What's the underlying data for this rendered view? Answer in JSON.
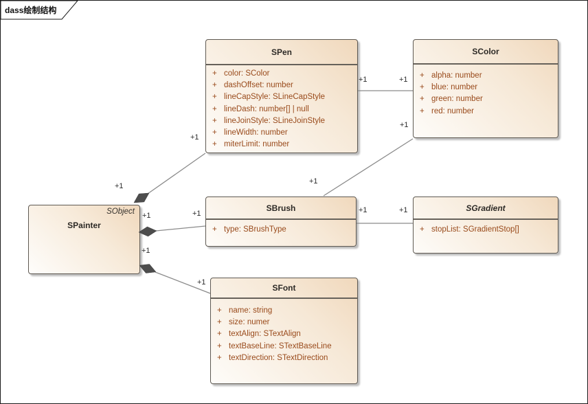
{
  "frame": {
    "tab_title": "dass绘制结构"
  },
  "classes": [
    {
      "name": "SPen",
      "attributes": [
        {
          "v": "+",
          "t": "color: SColor"
        },
        {
          "v": "+",
          "t": "dashOffset: number"
        },
        {
          "v": "+",
          "t": "lineCapStyle: SLineCapStyle"
        },
        {
          "v": "+",
          "t": "lineDash: number[] | null"
        },
        {
          "v": "+",
          "t": "lineJoinStyle: SLineJoinStyle"
        },
        {
          "v": "+",
          "t": "lineWidth: number"
        },
        {
          "v": "+",
          "t": "miterLimit: number"
        }
      ]
    },
    {
      "name": "SColor",
      "attributes": [
        {
          "v": "+",
          "t": "alpha: number"
        },
        {
          "v": "+",
          "t": "blue: number"
        },
        {
          "v": "+",
          "t": "green: number"
        },
        {
          "v": "+",
          "t": "red: number"
        }
      ]
    },
    {
      "name": "SPainter",
      "stereotype": "SObject",
      "attributes": []
    },
    {
      "name": "SBrush",
      "attributes": [
        {
          "v": "+",
          "t": "type: SBrushType"
        }
      ]
    },
    {
      "name": "SGradient",
      "italic": true,
      "attributes": [
        {
          "v": "+",
          "t": "stopList: SGradientStop[]"
        }
      ]
    },
    {
      "name": "SFont",
      "attributes": [
        {
          "v": "+",
          "t": "name: string"
        },
        {
          "v": "+",
          "t": "size: numer"
        },
        {
          "v": "+",
          "t": "textAlign: STextAlign"
        },
        {
          "v": "+",
          "t": "textBaseLine: STextBaseLine"
        },
        {
          "v": "+",
          "t": "textDirection: STextDirection"
        }
      ]
    }
  ],
  "connectors": [
    {
      "from": "SPainter",
      "to": "SPen",
      "type": "aggregation",
      "from_label": "+1",
      "to_label": "+1"
    },
    {
      "from": "SPen",
      "to": "SColor",
      "type": "association",
      "from_label": "+1",
      "to_label": "+1"
    },
    {
      "from": "SPainter",
      "to": "SBrush",
      "type": "aggregation",
      "from_label": "+1",
      "to_label": "+1"
    },
    {
      "from": "SBrush",
      "to": "SColor",
      "type": "association",
      "from_label": "+1",
      "to_label": "+1"
    },
    {
      "from": "SBrush",
      "to": "SGradient",
      "type": "association",
      "from_label": "+1",
      "to_label": "+1"
    },
    {
      "from": "SPainter",
      "to": "SFont",
      "type": "aggregation",
      "from_label": "+1",
      "to_label": "+1"
    }
  ],
  "colors": {
    "box_fill_dark": "#f0d8bc",
    "box_fill_light": "#fefcf9",
    "box_border": "#5e5952",
    "attr_text": "#994a1b",
    "title_text": "#2d2a26",
    "connector_line": "#8a8a8a",
    "diamond_fill": "#4d4d4d",
    "frame_border": "#1a1a1a"
  }
}
